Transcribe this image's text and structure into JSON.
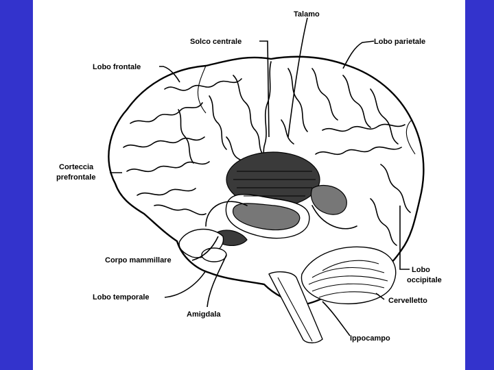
{
  "labels": {
    "talamo": "Talamo",
    "solco_centrale": "Solco centrale",
    "lobo_parietale": "Lobo parietale",
    "lobo_frontale": "Lobo frontale",
    "corteccia_prefrontale_1": "Corteccia",
    "corteccia_prefrontale_2": "prefrontale",
    "corpo_mammillare": "Corpo mammillare",
    "lobo_temporale": "Lobo temporale",
    "amigdala": "Amigdala",
    "lobo_occipitale_1": "Lobo",
    "lobo_occipitale_2": "occipitale",
    "cervelletto": "Cervelletto",
    "ippocampo": "Ippocampo"
  },
  "colors": {
    "background": "#3333cc",
    "panel": "#ffffff",
    "ink": "#000000"
  }
}
